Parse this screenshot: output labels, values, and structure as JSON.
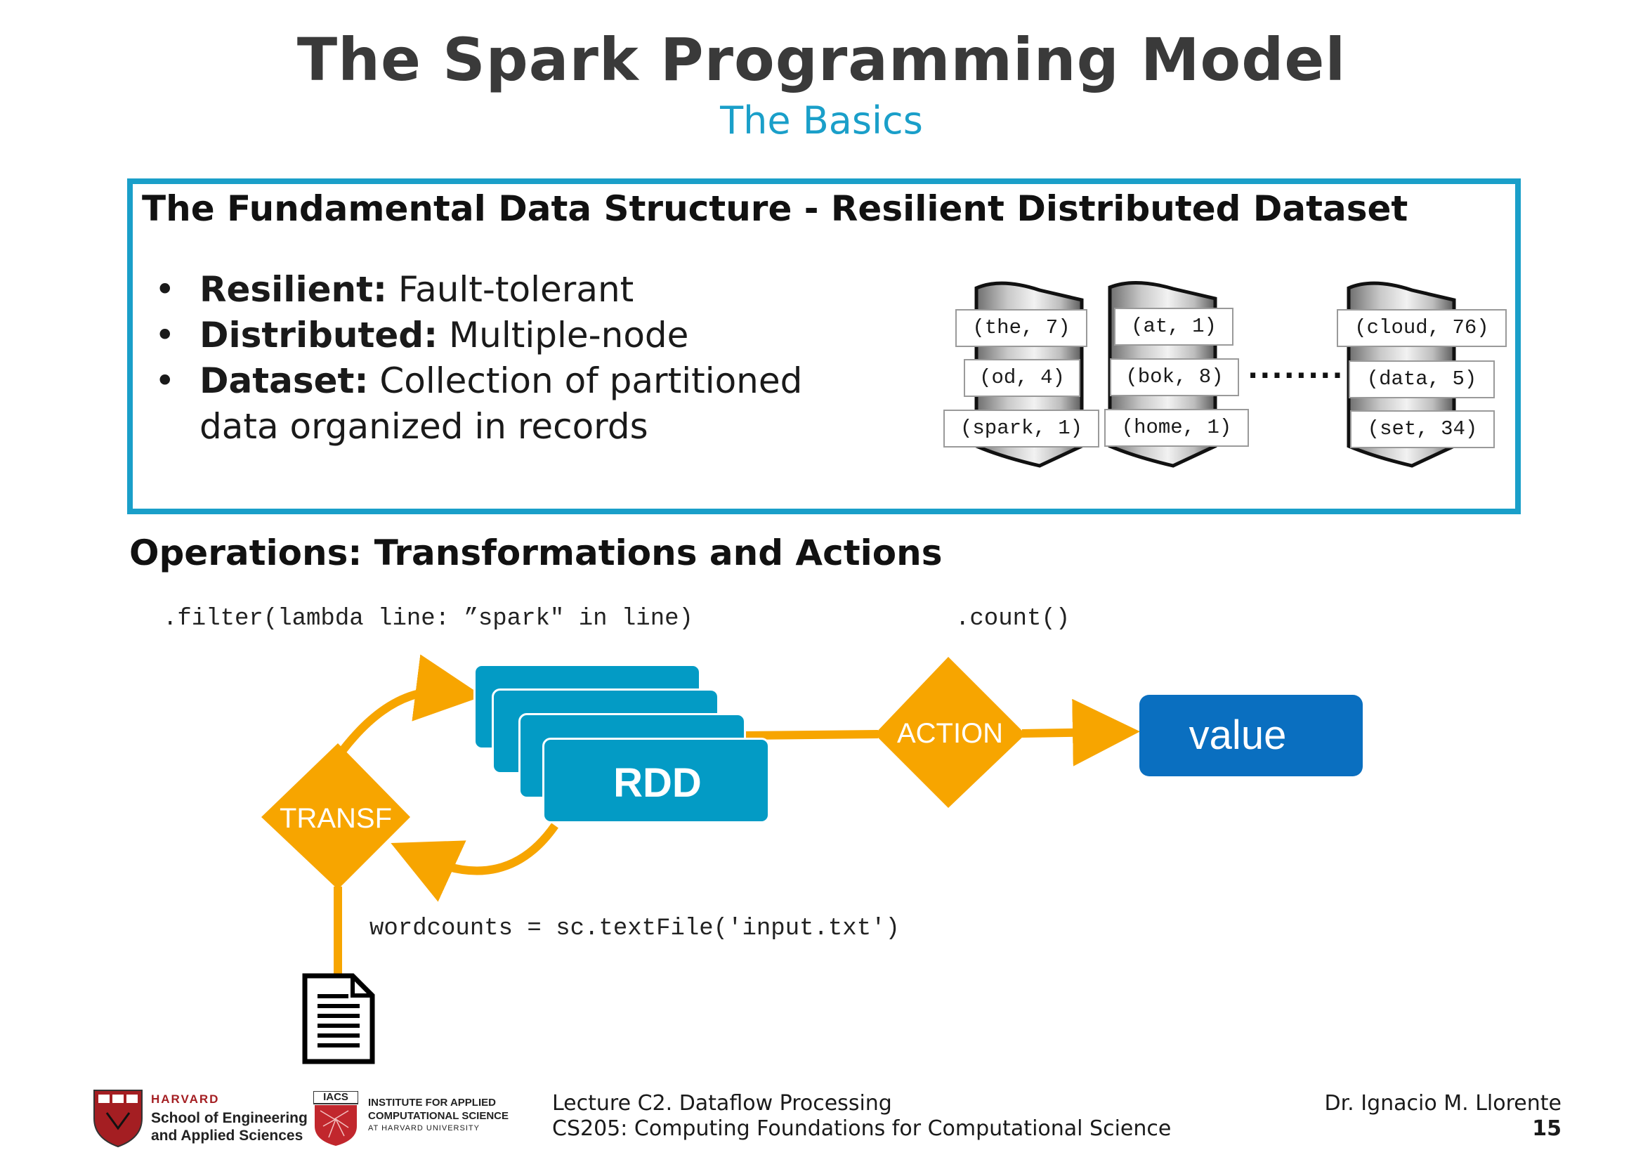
{
  "title": "The Spark Programming Model",
  "subtitle": "The Basics",
  "rdd_section": {
    "heading": "The Fundamental Data Structure - Resilient Distributed Dataset",
    "bullets": [
      {
        "term": "Resilient:",
        "text": " Fault-tolerant"
      },
      {
        "term": "Distributed:",
        "text": " Multiple-node"
      },
      {
        "term": "Dataset:",
        "text": " Collection of partitioned",
        "continuation": "data organized in records"
      }
    ],
    "nodes": [
      {
        "records": [
          "(the, 7)",
          "(od, 4)",
          "(spark, 1)"
        ]
      },
      {
        "records": [
          "(at, 1)",
          "(bok, 8)",
          "(home, 1)"
        ]
      },
      {
        "records": [
          "(cloud, 76)",
          "(data, 5)",
          "(set, 34)"
        ]
      }
    ],
    "ellipsis": "........"
  },
  "operations": {
    "heading": "Operations: Transformations and Actions",
    "filter_code": ".filter(lambda line: ”spark\" in line)",
    "count_code": ".count()",
    "textfile_code": "wordcounts = sc.textFile('input.txt')",
    "rdd_label": "RDD",
    "transf_label": "TRANSF",
    "action_label": "ACTION",
    "value_label": "value",
    "icons": [
      "document-icon"
    ],
    "colors": {
      "orange": "#f7a500",
      "rdd_blue": "#039bc5",
      "value_blue": "#0a6fc0",
      "frame_blue": "#1a9fc9"
    }
  },
  "footer": {
    "harvard_name": "HARVARD",
    "school_line1": "School of Engineering",
    "school_line2": "and Applied Sciences",
    "iacs_badge": "IACS",
    "iacs_line1": "INSTITUTE FOR APPLIED",
    "iacs_line2": "COMPUTATIONAL SCIENCE",
    "iacs_line3": "AT HARVARD UNIVERSITY",
    "lecture": "Lecture C2. Dataflow Processing",
    "course": "CS205: Computing Foundations for Computational Science",
    "author": "Dr. Ignacio M. Llorente",
    "page_number": "15"
  }
}
